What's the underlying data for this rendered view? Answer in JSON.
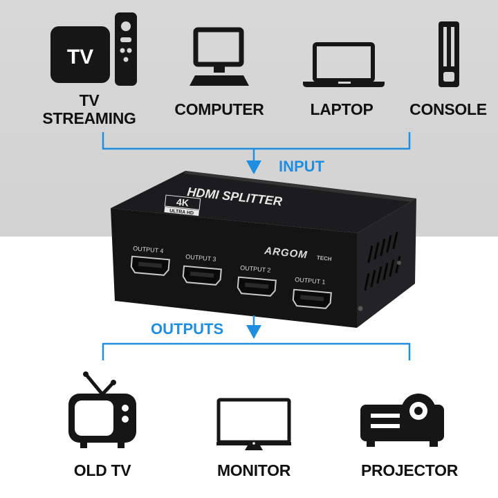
{
  "inputs": {
    "tv_streaming": {
      "icon_text": "TV",
      "label_line1": "TV",
      "label_line2": "STREAMING"
    },
    "computer": {
      "label": "COMPUTER"
    },
    "laptop": {
      "label": "LAPTOP"
    },
    "console": {
      "label": "CONSOLE"
    }
  },
  "flow": {
    "input_label": "INPUT",
    "outputs_label": "OUTPUTS",
    "accent_color": "#1f8ee0"
  },
  "device": {
    "title": "HDMI SPLITTER",
    "badge_main": "4K",
    "badge_sub": "ULTRA HD",
    "brand": "ARGOM",
    "brand_sub": "TECH",
    "ports": [
      "OUTPUT 4",
      "OUTPUT 3",
      "OUTPUT 2",
      "OUTPUT 1"
    ]
  },
  "outputs": {
    "old_tv": {
      "label": "OLD TV"
    },
    "monitor": {
      "label": "MONITOR"
    },
    "projector": {
      "label": "PROJECTOR"
    }
  },
  "icons": [
    "tv-streaming-icon",
    "computer-icon",
    "laptop-icon",
    "console-icon",
    "old-tv-icon",
    "monitor-icon",
    "projector-icon"
  ]
}
